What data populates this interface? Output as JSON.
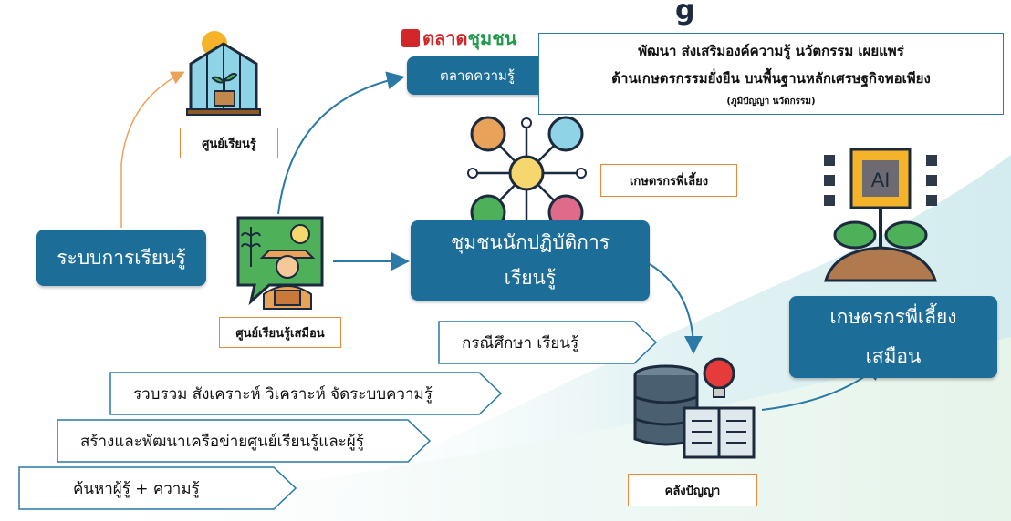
{
  "logo": {
    "text_left": "ตลาด",
    "text_right": "ชุมชน"
  },
  "header": {
    "partial_title": "g"
  },
  "nodes": {
    "learning_system": "ระบบการเรียนรู้",
    "learning_center": "ศูนย์เรียนรู้",
    "virtual_center": "ศูนย์เรียนรู้เสมือน",
    "knowledge_market": "ตลาดความรู้",
    "community_practice_line1": "ชุมชนนักปฏิบัติการ",
    "community_practice_line2": "เรียนรู้",
    "mentor_farmer": "เกษตรกรพี่เลี้ยง",
    "virtual_mentor_line1": "เกษตรกรพี่เลี้ยง",
    "virtual_mentor_line2": "เสมือน",
    "wisdom_bank": "คลังปัญญา",
    "ai_label": "AI"
  },
  "mission": {
    "line1": "พัฒนา ส่งเสริมองค์ความรู้ นวัตกรรม เผยแพร่",
    "line2": "ด้านเกษตรกรรมยั่งยืน บนพื้นฐานหลักเศรษฐกิจพอเพียง",
    "line3": "(ภูมิปัญญา นวัตกรรม)"
  },
  "steps": [
    "กรณีศึกษา เรียนรู้",
    "รวบรวม สังเคราะห์ วิเคราะห์ จัดระบบความรู้",
    "สร้างและพัฒนาเครือข่ายศูนย์เรียนรู้และผู้รู้",
    "ค้นหาผู้รู้ + ความรู้"
  ],
  "colors": {
    "primary_blue": "#1d6d99",
    "outline_blue": "#2a79a6",
    "logo_red": "#d3262b",
    "logo_green": "#1f9a4a",
    "arrow_orange": "#e8a25a",
    "arrow_blue": "#2a79a6",
    "label_border_orange": "#e8893a"
  }
}
